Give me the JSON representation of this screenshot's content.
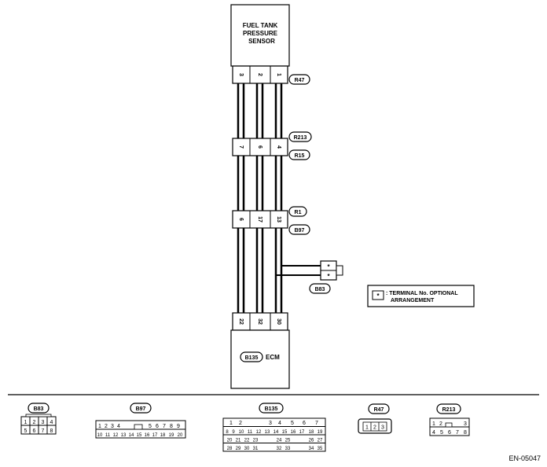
{
  "sensor_box": {
    "line1": "FUEL TANK",
    "line2": "PRESSURE",
    "line3": "SENSOR"
  },
  "sensor_pins": [
    "3",
    "2",
    "1"
  ],
  "ecm": {
    "connector": "B135",
    "label": "ECM",
    "pins": [
      "22",
      "32",
      "30"
    ]
  },
  "joints": {
    "j1": {
      "pins": [
        "7",
        "6",
        "4"
      ],
      "tag_top": "R213",
      "tag_bottom": "R15"
    },
    "j2": {
      "pins": [
        "6",
        "17",
        "13"
      ],
      "tag_top": "R1",
      "tag_bottom": "B97"
    }
  },
  "tags": {
    "r47": "R47"
  },
  "optional_connector": {
    "tag": "B83",
    "pin_a": "*",
    "pin_b": "*"
  },
  "legend": {
    "symbol": "*",
    "line1": ": TERMINAL No. OPTIONAL",
    "line2": "ARRANGEMENT"
  },
  "connectors_views": {
    "b83": {
      "tag": "B83",
      "row1": [
        "1",
        "2",
        "3",
        "4"
      ],
      "row2": [
        "5",
        "6",
        "7",
        "8"
      ]
    },
    "b97": {
      "tag": "B97",
      "row1": [
        "1",
        "2",
        "3",
        "4",
        "5",
        "6",
        "7",
        "8",
        "9"
      ],
      "row2": [
        "10",
        "11",
        "12",
        "13",
        "14",
        "15",
        "16",
        "17",
        "18",
        "19",
        "20"
      ]
    },
    "b135": {
      "tag": "B135",
      "row1": [
        "1",
        "2",
        "3",
        "4",
        "5",
        "6",
        "7"
      ],
      "row2": [
        "8",
        "9",
        "10",
        "11",
        "12",
        "13",
        "14",
        "15",
        "16",
        "17",
        "18",
        "19"
      ],
      "row3": [
        "20",
        "21",
        "22",
        "23",
        "24",
        "25",
        "26",
        "27"
      ],
      "row4": [
        "28",
        "29",
        "30",
        "31",
        "32",
        "33",
        "34",
        "35"
      ]
    },
    "r47": {
      "tag": "R47",
      "row1": [
        "1",
        "2",
        "3"
      ]
    },
    "r213": {
      "tag": "R213",
      "row1": [
        "1",
        "2",
        "3"
      ],
      "row2": [
        "4",
        "5",
        "6",
        "7",
        "8"
      ]
    }
  },
  "figure_code": "EN-05047"
}
